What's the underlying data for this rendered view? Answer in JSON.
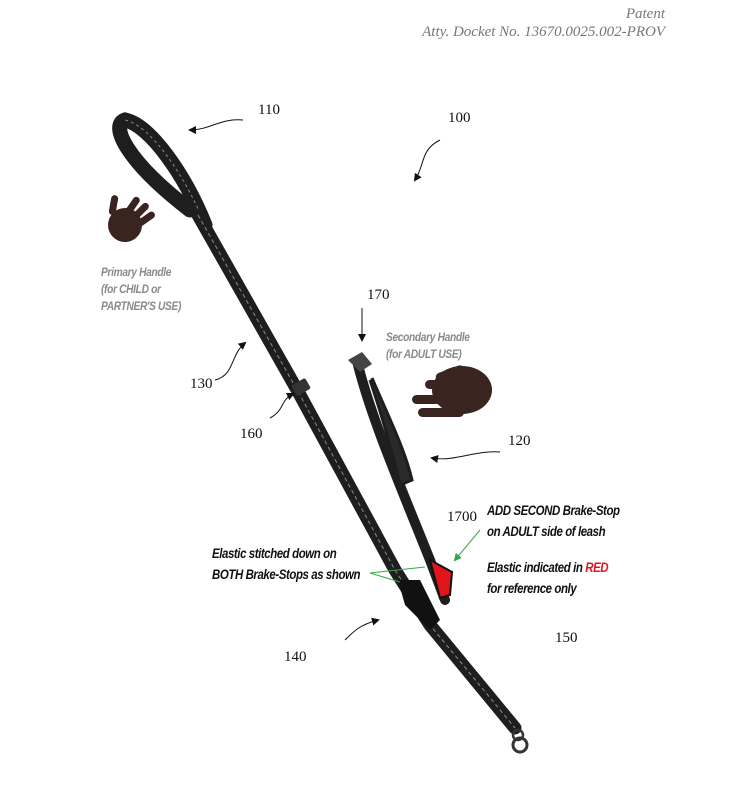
{
  "header": {
    "line1": "Patent",
    "line2": "Atty. Docket No. 13670.0025.002-PROV"
  },
  "reference_numerals": {
    "n100": "100",
    "n110": "110",
    "n120": "120",
    "n130": "130",
    "n140": "140",
    "n150": "150",
    "n160": "160",
    "n170": "170",
    "n1700": "1700"
  },
  "notes": {
    "primary_handle": [
      "Primary Handle",
      "(for CHILD or",
      "PARTNER'S USE)"
    ],
    "secondary_handle": [
      "Secondary Handle",
      "(for ADULT USE)"
    ],
    "elastic_stitched": [
      "Elastic stitched down on",
      "BOTH Brake-Stops as shown"
    ],
    "add_second": [
      "ADD SECOND Brake-Stop",
      "on ADULT side of leash"
    ],
    "elastic_red_prefix": "Elastic indicated in ",
    "elastic_red_word": "RED",
    "elastic_red_suffix": "for reference only"
  },
  "colors": {
    "strap": "#1e1e1e",
    "hand": "#3a2420",
    "elastic": "#e0161b",
    "leader_green": "#3aa64a"
  }
}
